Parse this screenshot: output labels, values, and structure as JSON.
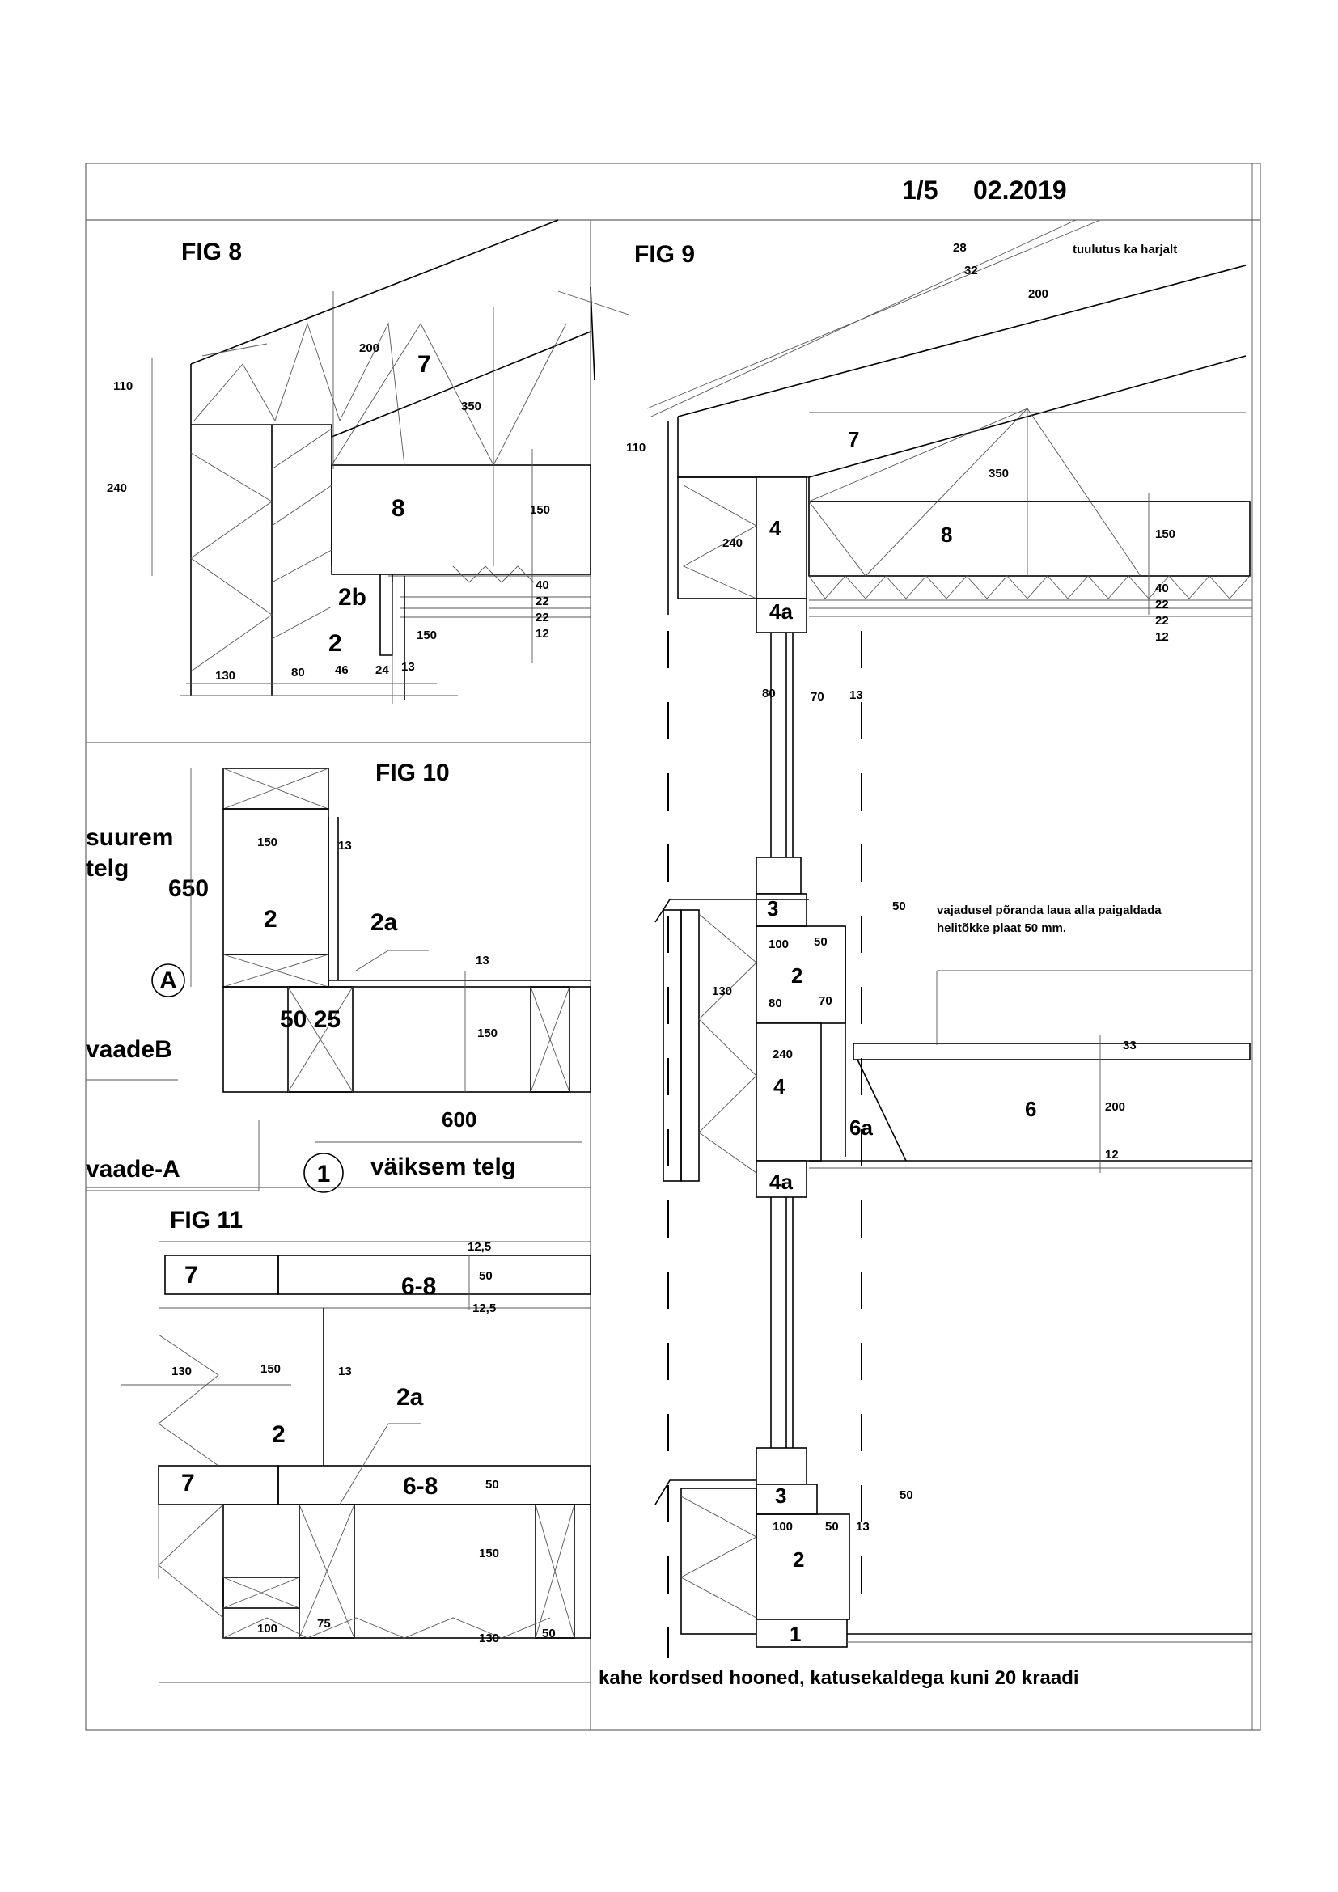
{
  "header": {
    "sheet": "1/5",
    "date": "02.2019"
  },
  "figures": {
    "fig8": {
      "title": "FIG 8",
      "labels": {
        "rafter": "7",
        "beam": "8",
        "top_plate": "2b",
        "stud": "2"
      },
      "dims": {
        "d110": "110",
        "d240": "240",
        "d200": "200",
        "d350": "350",
        "d150": "150",
        "d40": "40",
        "d22a": "22",
        "d22b": "22",
        "d12": "12",
        "d150b": "150",
        "d130": "130",
        "d80": "80",
        "d46": "46",
        "d24": "24",
        "d13": "13"
      }
    },
    "fig9": {
      "title": "FIG 9",
      "note_vent": "tuulutus ka harjalt",
      "note_floor_1": "vajadusel põranda laua alla paigaldada",
      "note_floor_2": "helitõkke plaat 50 mm.",
      "caption": "kahe kordsed hooned, katusekaldega kuni 20 kraadi",
      "labels": {
        "rafter": "7",
        "beam": "8",
        "lintel": "4",
        "sill": "4a",
        "rim": "3",
        "stud": "2",
        "joist": "6",
        "brace": "6a",
        "foundation": "1",
        "lintel_b": "4",
        "sill_b": "4a",
        "rim_b": "3",
        "stud_b": "2"
      },
      "dims": {
        "d28": "28",
        "d32": "32",
        "d200": "200",
        "d110": "110",
        "d350": "350",
        "d240": "240",
        "d150": "150",
        "d40": "40",
        "d22a": "22",
        "d22b": "22",
        "d12": "12",
        "d80": "80",
        "d70": "70",
        "d13": "13",
        "d50": "50",
        "d100": "100",
        "d50b": "50",
        "d130": "130",
        "d80b": "80",
        "d70b": "70",
        "d240b": "240",
        "d33": "33",
        "d200b": "200",
        "d12b": "12",
        "d50c": "50",
        "d100b": "100",
        "d50d": "50",
        "d13b": "13"
      }
    },
    "fig10": {
      "title": "FIG 10",
      "axis_major_1": "suurem",
      "axis_major_2": "telg",
      "axis_minor": "väiksem telg",
      "view_a": "vaade-A",
      "view_b": "vaadeB",
      "marker_a": "A",
      "marker_1": "1",
      "labels": {
        "stud": "2",
        "ledger": "2a"
      },
      "dims": {
        "d650": "650",
        "d150": "150",
        "d13": "13",
        "d13b": "13",
        "d50_25": "50 25",
        "d150b": "150",
        "d600": "600"
      }
    },
    "fig11": {
      "title": "FIG 11",
      "labels": {
        "rafter_top": "7",
        "joist_top": "6-8",
        "stud": "2",
        "ledger": "2a",
        "rafter_bottom": "7",
        "joist_bottom": "6-8"
      },
      "dims": {
        "d12_5a": "12,5",
        "d50": "50",
        "d12_5b": "12,5",
        "d130": "130",
        "d150": "150",
        "d13": "13",
        "d50b": "50",
        "d150b": "150",
        "d100": "100",
        "d75": "75",
        "d130b": "130",
        "d50c": "50"
      }
    }
  }
}
